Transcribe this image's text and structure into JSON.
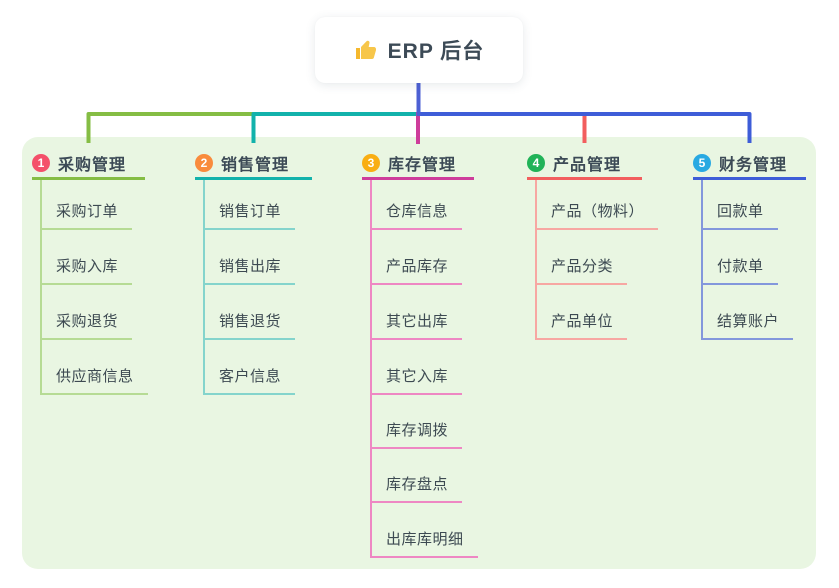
{
  "root": {
    "title": "ERP 后台",
    "icon": "thumbs-up-icon"
  },
  "branches": [
    {
      "index": "1",
      "label": "采购管理",
      "badge_color": "#f4506a",
      "line_color": "#85bd44",
      "child_line_color": "#b6db94",
      "children": [
        "采购订单",
        "采购入库",
        "采购退货",
        "供应商信息"
      ]
    },
    {
      "index": "2",
      "label": "销售管理",
      "badge_color": "#f98b3c",
      "line_color": "#12b2ab",
      "child_line_color": "#84d4cc",
      "children": [
        "销售订单",
        "销售出库",
        "销售退货",
        "客户信息"
      ]
    },
    {
      "index": "3",
      "label": "库存管理",
      "badge_color": "#f9ae13",
      "line_color": "#ce3d9b",
      "child_line_color": "#ee87c3",
      "children": [
        "仓库信息",
        "产品库存",
        "其它出库",
        "其它入库",
        "库存调拨",
        "库存盘点",
        "出库库明细"
      ]
    },
    {
      "index": "4",
      "label": "产品管理",
      "badge_color": "#21b358",
      "line_color": "#f25e5e",
      "child_line_color": "#f7a7a2",
      "children": [
        "产品（物料）",
        "产品分类",
        "产品单位"
      ]
    },
    {
      "index": "5",
      "label": "财务管理",
      "badge_color": "#28a9e2",
      "line_color": "#3e5dd8",
      "child_line_color": "#8397dc",
      "children": [
        "回款单",
        "付款单",
        "结算账户"
      ]
    }
  ],
  "colors": {
    "panel_bg": "#e9f6e2",
    "root_stem": "#4d60d4",
    "text": "#3c4a56"
  }
}
